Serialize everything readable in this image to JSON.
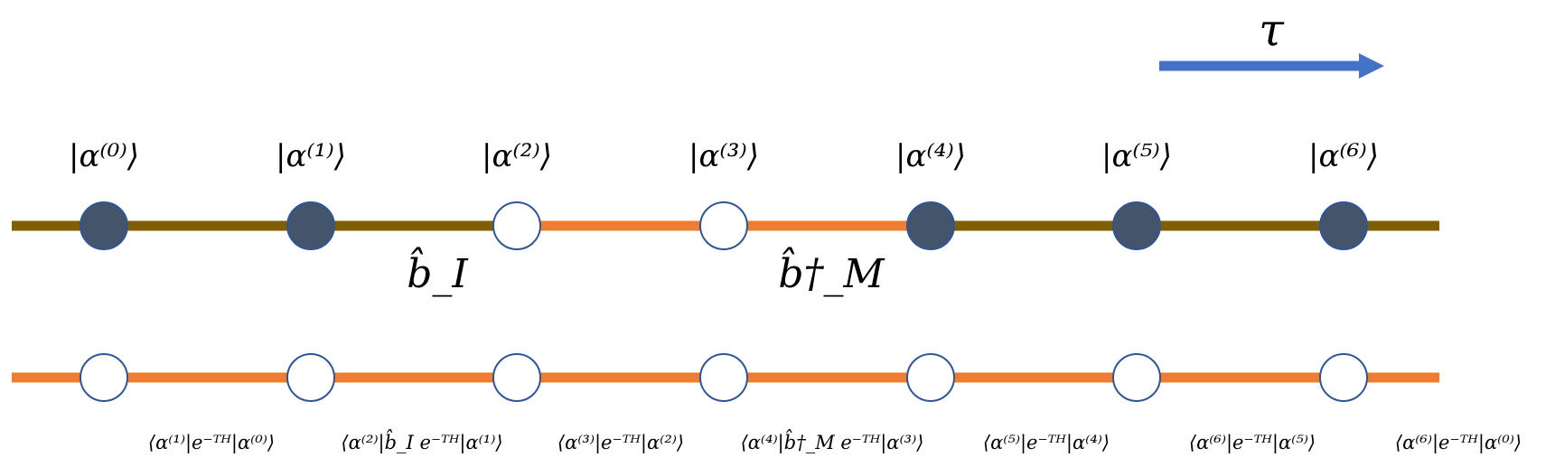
{
  "colors": {
    "occupied_segment": "#7f6000",
    "empty_segment": "#ed7d31",
    "filled_node": "#44546a",
    "node_outline": "#2f5597",
    "arrow": "#4472c4"
  },
  "arrow": {
    "label": "τ"
  },
  "top_line": {
    "kets": [
      "|α⁽⁰⁾⟩",
      "|α⁽¹⁾⟩",
      "|α⁽²⁾⟩",
      "|α⁽³⁾⟩",
      "|α⁽⁴⁾⟩",
      "|α⁽⁵⁾⟩",
      "|α⁽⁶⁾⟩"
    ],
    "node_filled": [
      true,
      true,
      false,
      false,
      true,
      true,
      true
    ],
    "segment_occupied": [
      true,
      true,
      true,
      false,
      false,
      true,
      true,
      true
    ],
    "operators": [
      "b̂_I",
      "b̂†_M"
    ]
  },
  "bottom_line": {
    "node_filled": [
      false,
      false,
      false,
      false,
      false,
      false,
      false
    ],
    "matrix_elements": [
      "⟨α⁽¹⁾|e⁻ᵀᴴ|α⁽⁰⁾⟩",
      "⟨α⁽²⁾|b̂_I e⁻ᵀᴴ|α⁽¹⁾⟩",
      "⟨α⁽³⁾|e⁻ᵀᴴ|α⁽²⁾⟩",
      "⟨α⁽⁴⁾|b̂†_M e⁻ᵀᴴ|α⁽³⁾⟩",
      "⟨α⁽⁵⁾|e⁻ᵀᴴ|α⁽⁴⁾⟩",
      "⟨α⁽⁶⁾|e⁻ᵀᴴ|α⁽⁵⁾⟩",
      "⟨α⁽⁶⁾|e⁻ᵀᴴ|α⁽⁰⁾⟩"
    ]
  }
}
